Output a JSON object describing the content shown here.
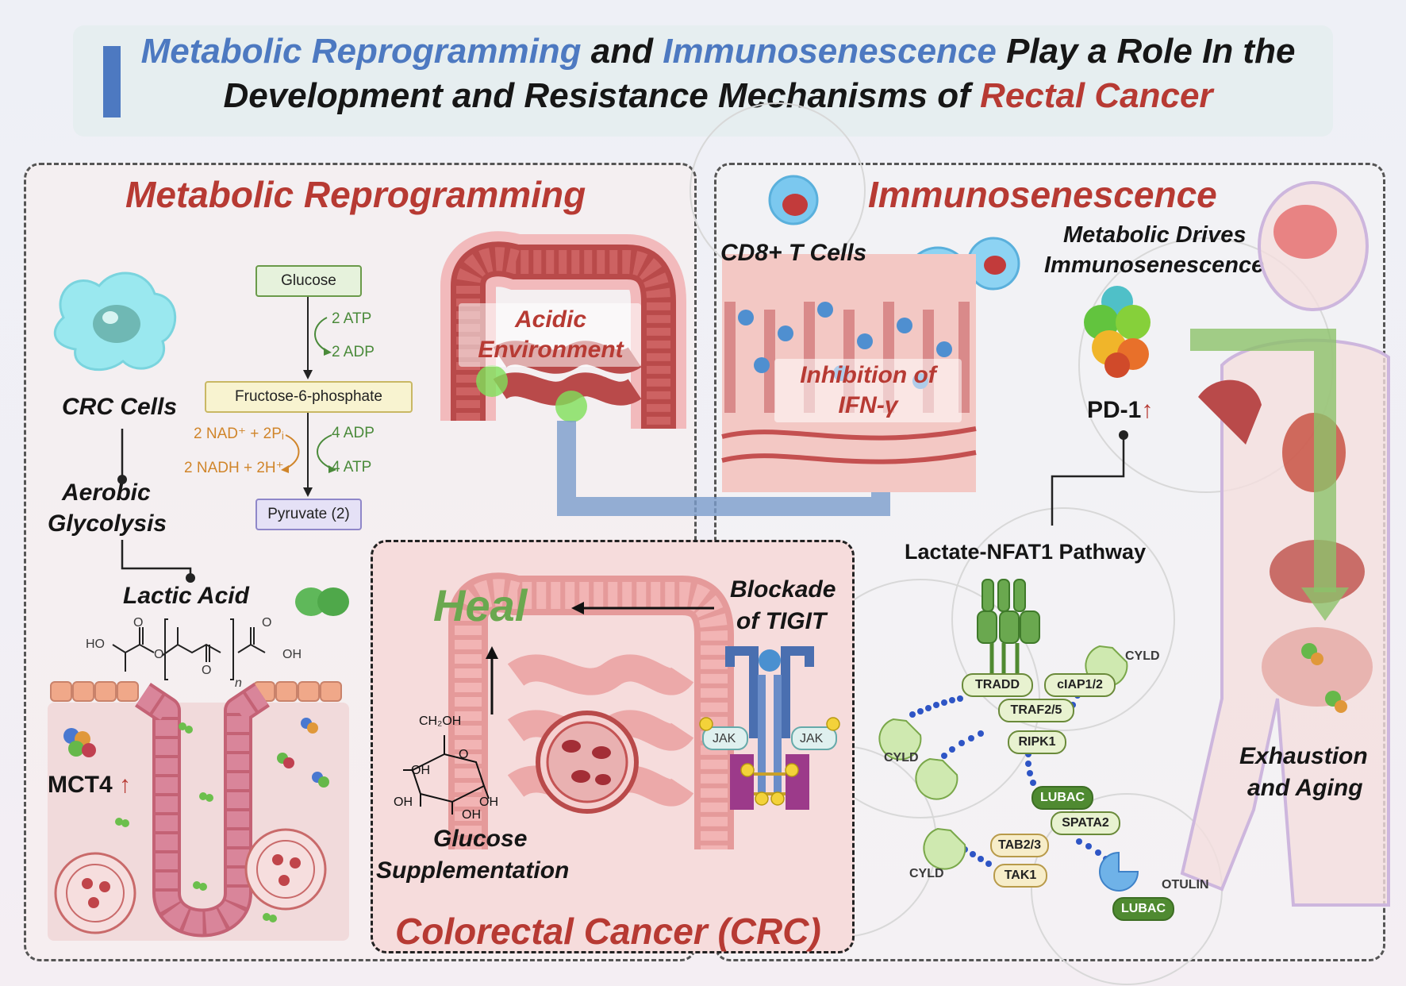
{
  "title": {
    "line1_part1": "Metabolic Reprogramming",
    "line1_part2": " and ",
    "line1_part3": "Immunosenescence",
    "line1_part4": " Play a Role In the",
    "line2_part1": "Development and Resistance Mechanisms of ",
    "line2_part2": "Rectal Cancer"
  },
  "left_panel": {
    "title": "Metabolic Reprogramming",
    "crc_cells": "CRC Cells",
    "aerobic": "Aerobic",
    "glycolysis": "Glycolysis",
    "lactic_acid": "Lactic Acid",
    "mct4": "MCT4",
    "acidic": "Acidic",
    "environment": "Environment",
    "pathway": {
      "glucose": "Glucose",
      "atp_in": "2 ATP",
      "adp_out": "2 ADP",
      "f6p": "Fructose-6-phosphate",
      "nad": "2 NAD⁺ + 2Pᵢ",
      "nadh": "2 NADH + 2H⁺",
      "adp_in": "4 ADP",
      "atp_out": "4 ATP",
      "pyruvate": "Pyruvate (2)"
    },
    "chem": {
      "ho": "HO",
      "o1": "O",
      "o2": "O",
      "o3": "O",
      "o4": "O",
      "oh": "OH",
      "n": "n"
    }
  },
  "right_panel": {
    "title": "Immunosenescence",
    "cd8": "CD8+ T Cells",
    "inhibition": "Inhibition of",
    "ifn": "IFN-γ",
    "metabolic_drives": "Metabolic Drives",
    "immunosenescence": "Immunosenescence",
    "pd1": "PD-1",
    "lactate_pathway": "Lactate-NFAT1 Pathway",
    "exhaustion": "Exhaustion",
    "aging": "and Aging",
    "proteins": {
      "tradd": "TRADD",
      "ciap": "cIAP1/2",
      "traf": "TRAF2/5",
      "ripk1": "RIPK1",
      "lubac1": "LUBAC",
      "spata2": "SPATA2",
      "tab": "TAB2/3",
      "tak1": "TAK1",
      "lubac2": "LUBAC",
      "cyld1": "CYLD",
      "cyld2": "CYLD",
      "cyld3": "CYLD",
      "otulin": "OTULIN"
    }
  },
  "mid_panel": {
    "title": "Colorectal Cancer (CRC)",
    "heal": "Heal",
    "blockade": "Blockade",
    "of_tigit": "of TIGIT",
    "glucose": "Glucose",
    "supplementation": "Supplementation",
    "jak1": "JAK",
    "jak2": "JAK",
    "ch2oh": "CH₂OH",
    "g_o": "O",
    "g_oh1": "OH",
    "g_oh2": "OH",
    "g_oh3": "OH",
    "g_oh4": "OH"
  },
  "colors": {
    "accent_blue": "#4d79c1",
    "accent_red": "#b73a33",
    "heal_green": "#6aa84f",
    "arrow_blue": "#7a9ccc",
    "arrow_green": "#8cc26a"
  }
}
